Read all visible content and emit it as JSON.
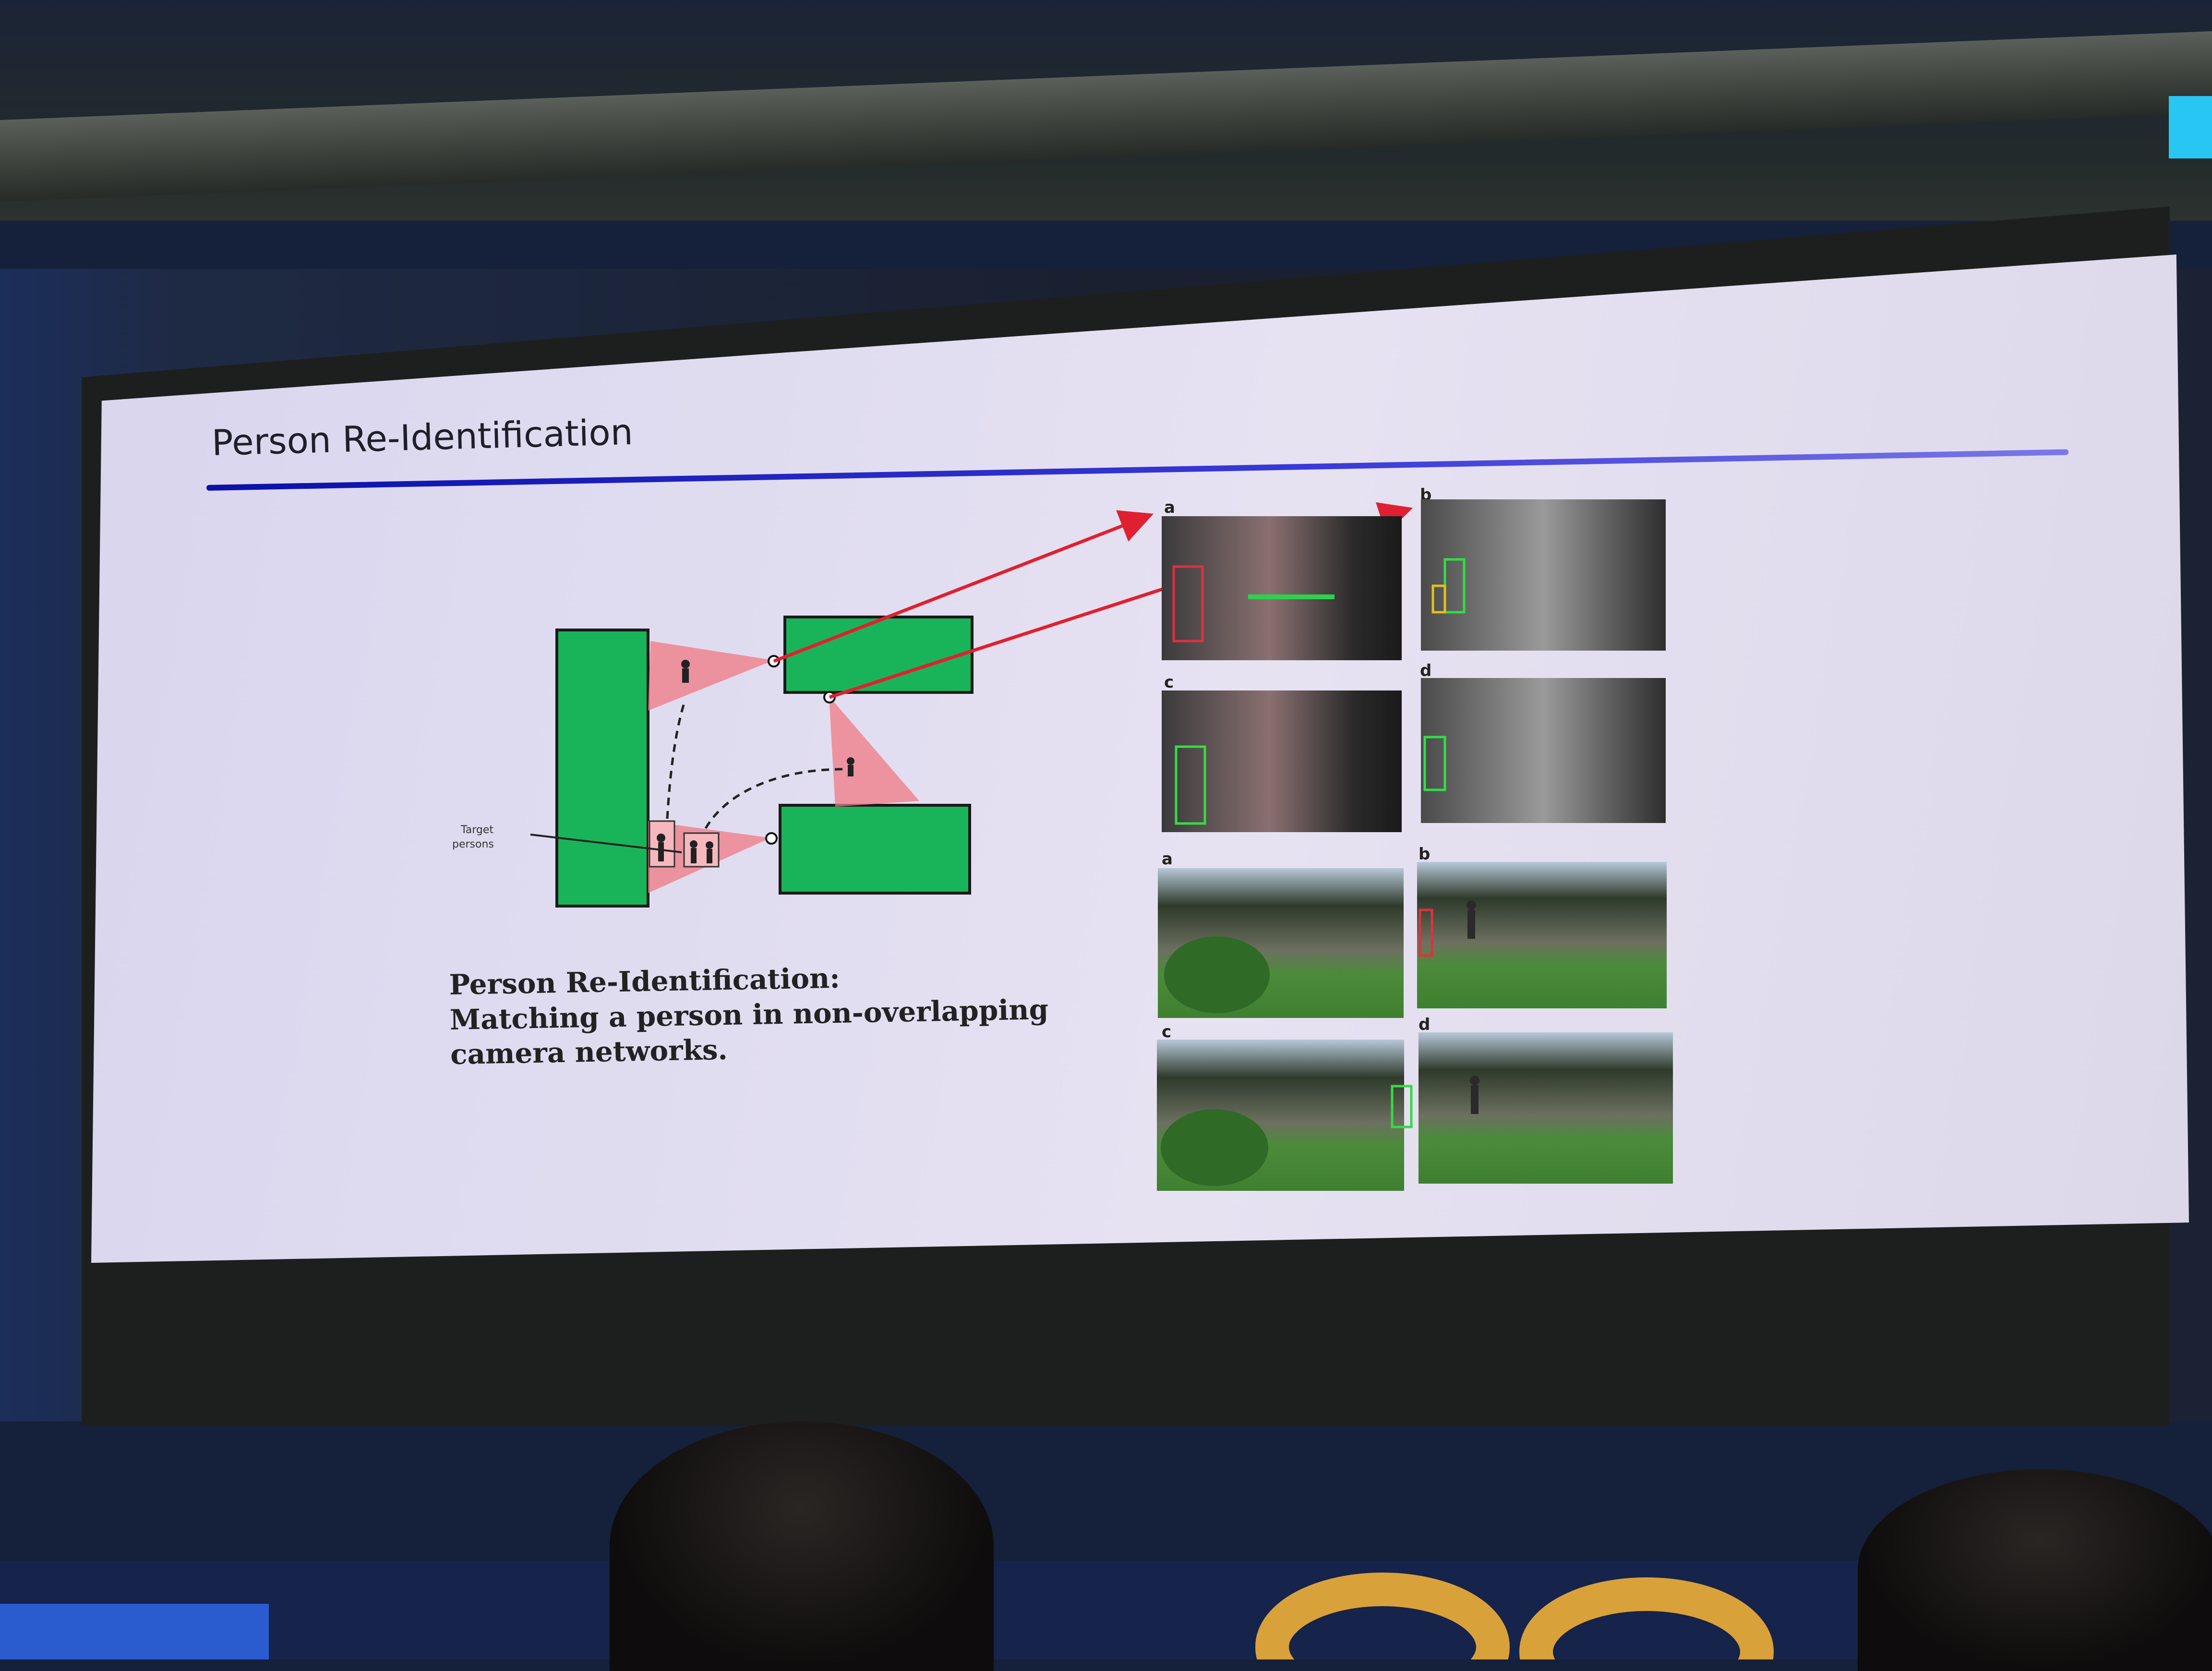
{
  "slide": {
    "title": "Person Re-Identification",
    "caption": {
      "line1": "Person Re-Identification:",
      "line2": "Matching a person in non-overlapping",
      "line3": "camera networks."
    },
    "diagram": {
      "target_label_line1": "Target",
      "target_label_line2": "persons",
      "building_color": "#19b45a",
      "camera_view_color": "#f08080",
      "arrow_color": "#e02030"
    },
    "panels": {
      "indoor": [
        "a",
        "b",
        "c",
        "d"
      ],
      "outdoor": [
        "a",
        "b",
        "c",
        "d"
      ]
    }
  },
  "colors": {
    "title_rule": "#1a1ab8",
    "slide_background": "#e2def0",
    "wall": "#1a2238"
  }
}
